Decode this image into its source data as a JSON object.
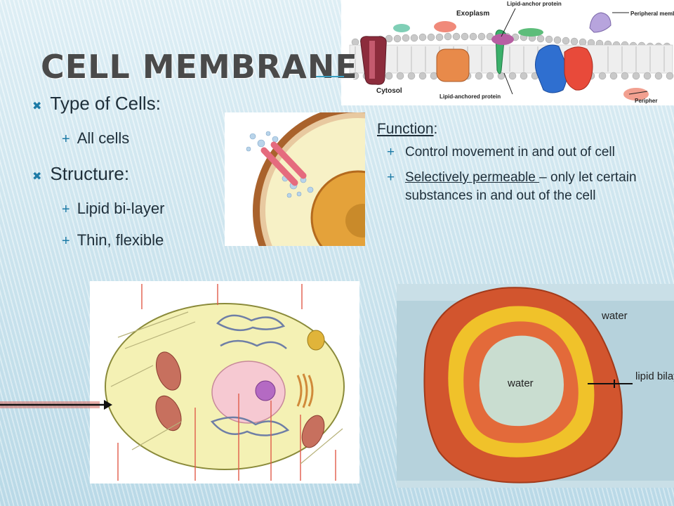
{
  "slide": {
    "title": "CELL MEMBRANE",
    "left_bullets": [
      {
        "label": "Type of Cells:",
        "sub": [
          "All cells"
        ]
      },
      {
        "label": "Structure:",
        "sub": [
          "Lipid bi-layer",
          "Thin, flexible"
        ]
      }
    ],
    "function": {
      "heading": "Function",
      "heading_suffix": ":",
      "items": [
        {
          "text": "Control movement in and out of cell"
        },
        {
          "underlined": "Selectively permeable ",
          "rest": "– only let certain substances in and out of the cell"
        }
      ]
    }
  },
  "diagram_labels": {
    "membrane": {
      "exoplasm": "Exoplasm",
      "lipid_anchor": "Lipid-anchor protein",
      "peripheral_top": "Peripheral membrane protein",
      "cytosol": "Cytosol",
      "lipid_anchored": "Lipid-anchored protein",
      "peripheral_bottom": "Peripher"
    },
    "vesicle": {
      "water_outside": "water",
      "water_inside": "water",
      "lipid_bilayer": "lipid bilayer"
    }
  },
  "colors": {
    "accent": "#1c7aa6",
    "title": "#4a4a4a",
    "text": "#1f2f3a"
  },
  "icons": {
    "level1_bullet": "x-mark-icon",
    "level2_bullet": "plus-icon"
  }
}
